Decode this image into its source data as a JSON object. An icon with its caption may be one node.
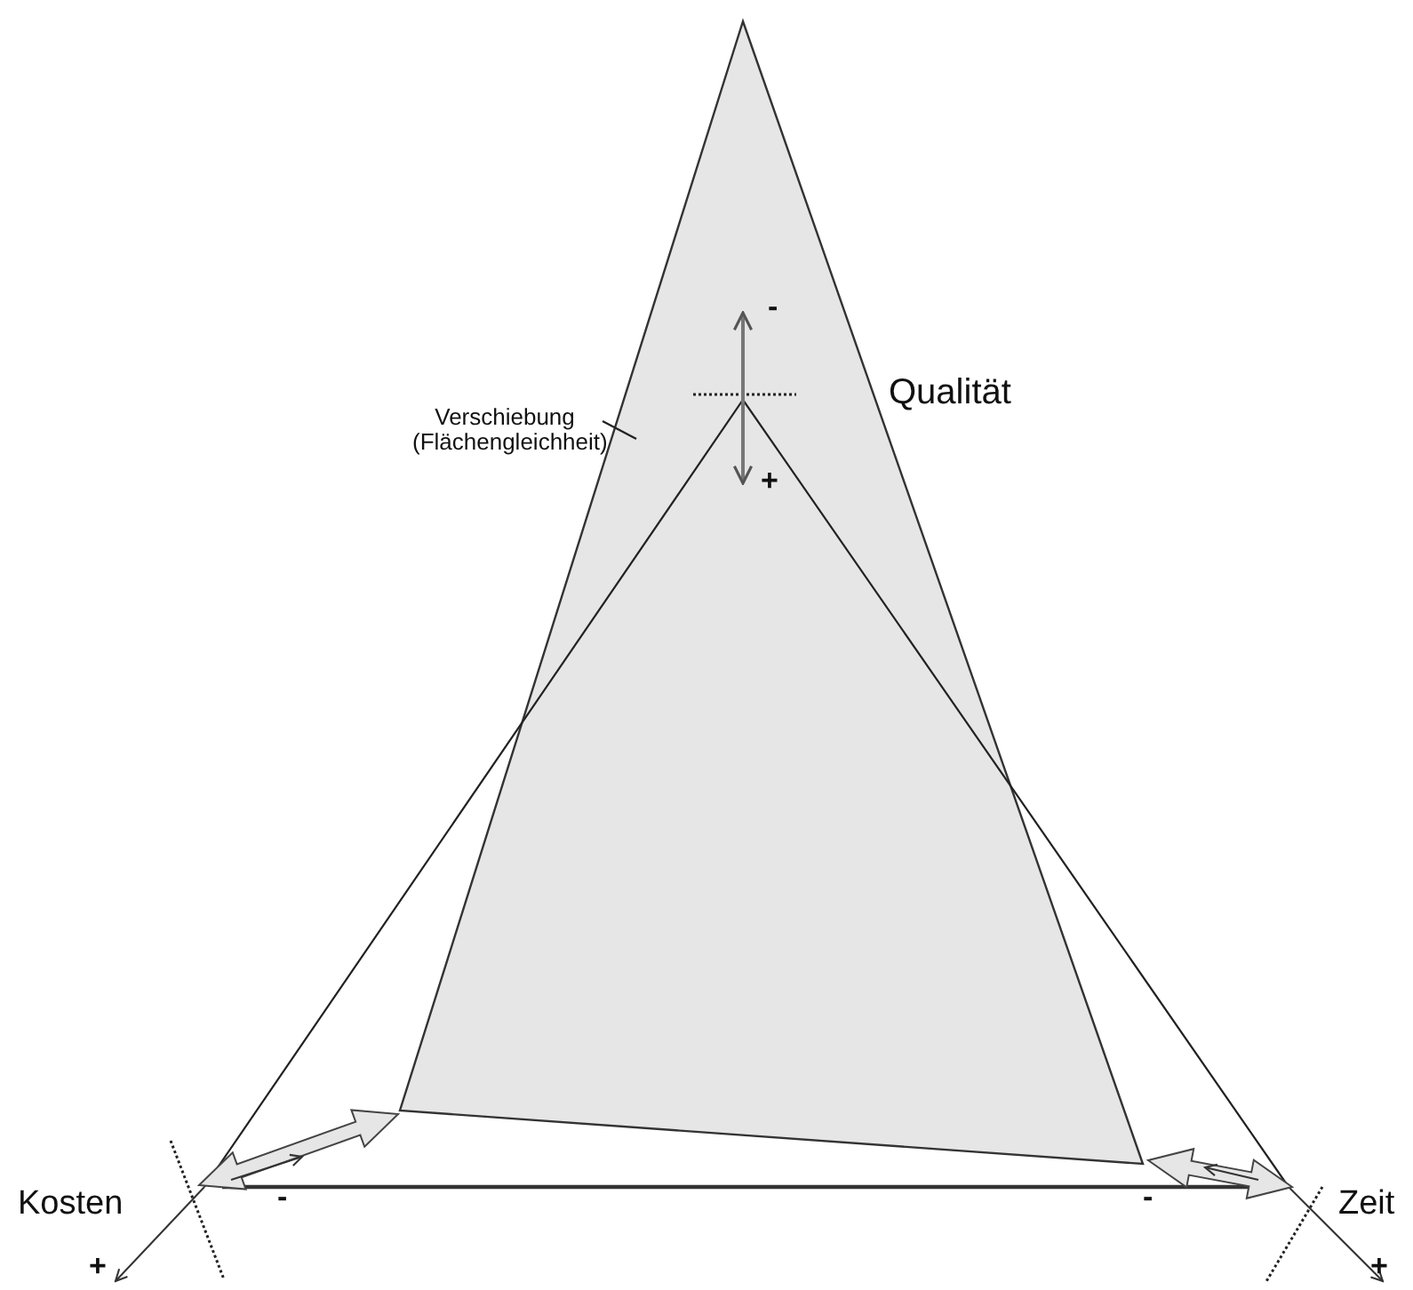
{
  "diagram": {
    "nodes": [
      {
        "text": [
          "Verschiebung (Flächengleichheit)"
        ]
      },
      {
        "text": [],
        "shape": "polygon"
      }
    ],
    "edges": [
      {
        "from": 0,
        "to": 1,
        "arrow": "none"
      }
    ],
    "labels": [
      "-",
      "Qualität",
      "+",
      "Kosten",
      "-",
      "-",
      "Zeit",
      "+",
      "+"
    ]
  }
}
